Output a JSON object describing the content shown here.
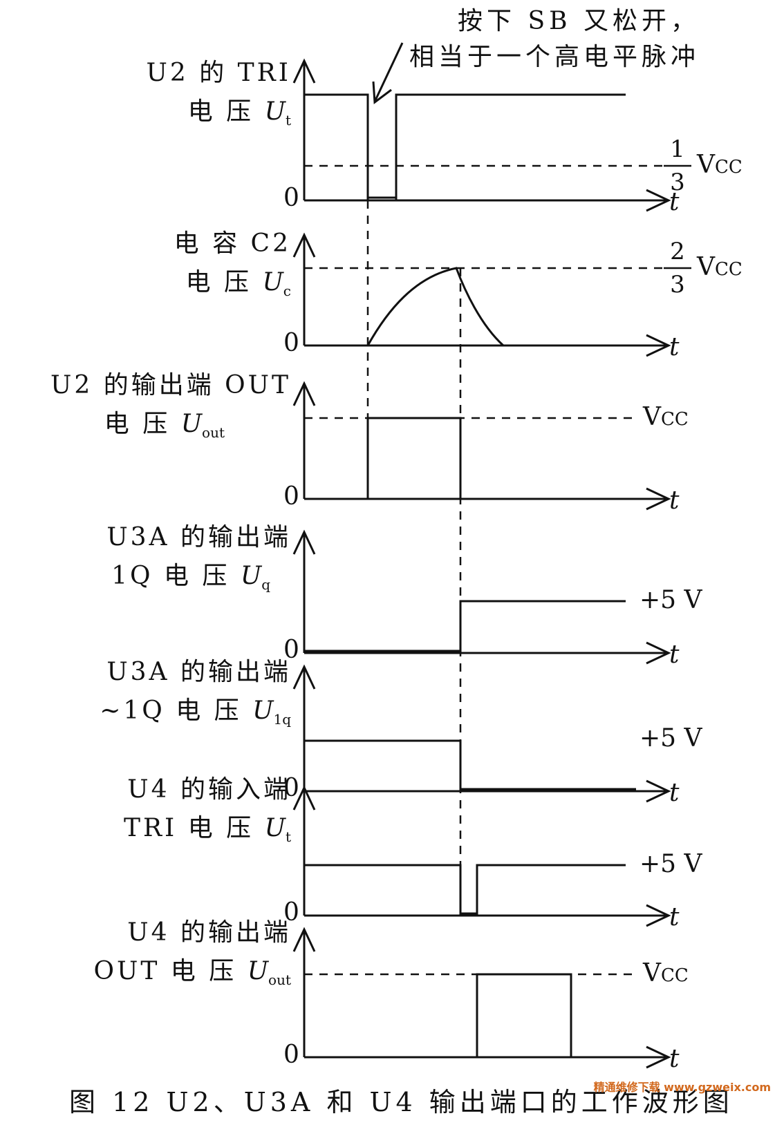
{
  "annotation": {
    "line1": "按下 SB 又松开，",
    "line2": "相当于一个高电平脉冲"
  },
  "waveforms": [
    {
      "line1": "U2 的 TRI",
      "line2_prefix": "电 压 ",
      "sym": "U",
      "sub": "t"
    },
    {
      "line1": "电 容 C2",
      "line2_prefix": "电 压 ",
      "sym": "U",
      "sub": "c"
    },
    {
      "line1": "U2 的输出端 OUT",
      "line2_prefix": "电 压 ",
      "sym": "U",
      "sub": "out"
    },
    {
      "line1": "U3A 的输出端",
      "line2_prefix": "1Q 电 压 ",
      "sym": "U",
      "sub": "q"
    },
    {
      "line1": "U3A 的输出端",
      "line2_prefix": "~1Q 电 压 ",
      "sym": "U",
      "sub": "1q"
    },
    {
      "line1": "U4 的输入端",
      "line2_prefix": "TRI 电 压 ",
      "sym": "U",
      "sub": "t"
    },
    {
      "line1": "U4 的输出端",
      "line2_prefix": "OUT 电 压 ",
      "sym": "U",
      "sub": "out"
    }
  ],
  "axis": {
    "zero": "0",
    "time": "t"
  },
  "levels": {
    "one_third_num": "1",
    "one_third_den": "3",
    "two_third_num": "2",
    "two_third_den": "3",
    "vcc_v": "V",
    "vcc_sub": "CC",
    "plus5": "+5 V"
  },
  "caption": "图 12  U2、U3A 和 U4 输出端口的工作波形图",
  "watermark": "精通维修下载 www.gzweix.com"
}
